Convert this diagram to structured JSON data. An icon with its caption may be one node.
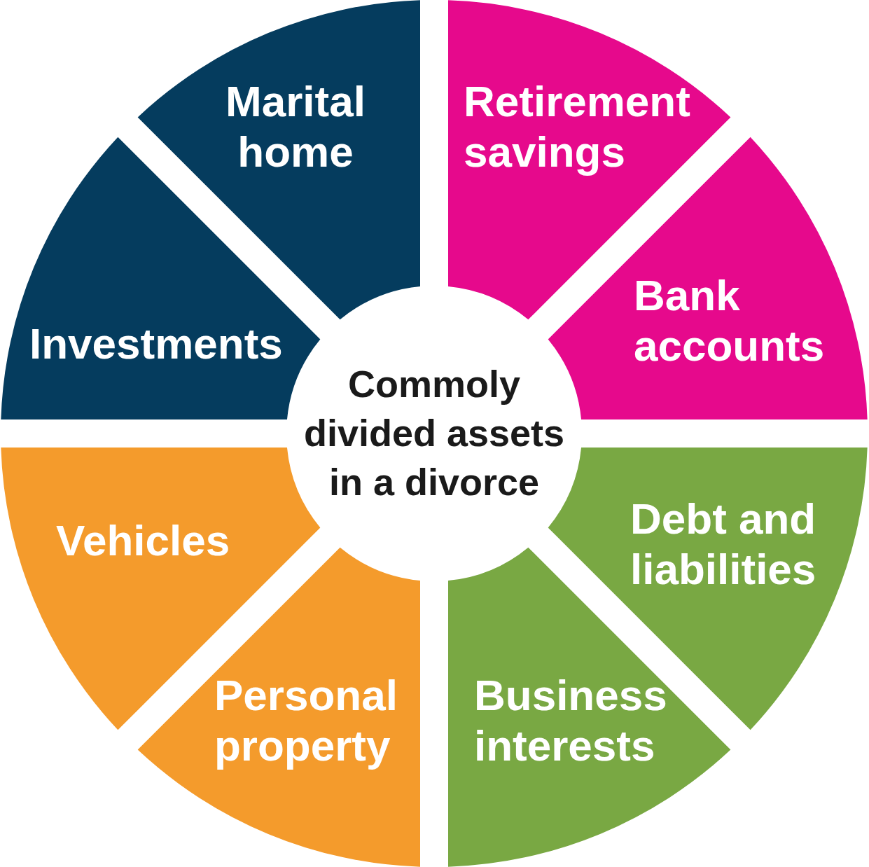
{
  "diagram": {
    "nodes": [
      {
        "text": [
          "Commoly divided assets in a divorce"
        ]
      },
      {
        "text": [
          "Marital home"
        ]
      },
      {
        "text": [
          "Retirement savings"
        ]
      },
      {
        "text": [
          "Bank accounts"
        ]
      },
      {
        "text": [
          "Debt and liabilities"
        ]
      },
      {
        "text": [
          "Business interests"
        ]
      },
      {
        "text": [
          "Personal property"
        ]
      },
      {
        "text": [
          "Vehicles"
        ]
      },
      {
        "text": [
          "Investments"
        ]
      }
    ],
    "edges": []
  }
}
